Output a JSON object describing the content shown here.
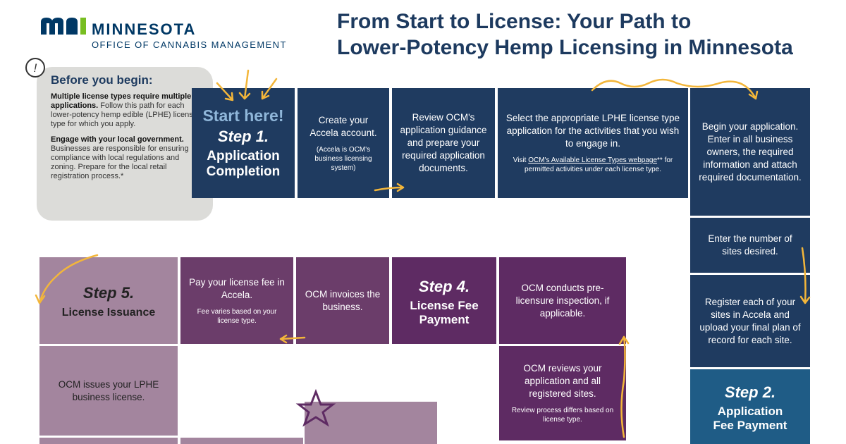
{
  "header": {
    "logo_name": "MINNESOTA",
    "logo_sub": "OFFICE OF CANNABIS MANAGEMENT",
    "title_line1": "From Start to License: Your Path to",
    "title_line2": "Lower-Potency Hemp Licensing in Minnesota"
  },
  "before": {
    "icon": "!",
    "heading": "Before you begin:",
    "p1_bold": "Multiple license types require multiple applications.",
    "p1_text": " Follow this path for each lower-potency hemp edible (LPHE) license type for which you apply.",
    "p2_bold": "Engage with your local government.",
    "p2_text": " Businesses are responsible for ensuring compliance with local regulations and zoning. Prepare for the local retail registration process.*"
  },
  "step1": {
    "start": "Start here!",
    "num": "Step 1.",
    "name_line1": "Application",
    "name_line2": "Completion"
  },
  "boxes": {
    "accela": {
      "main": "Create your Accela account.",
      "small": "(Accela is OCM's business licensing system)"
    },
    "review": {
      "main": "Review OCM's application guidance and prepare your required application documents."
    },
    "select": {
      "main": "Select the appropriate LPHE license type application for the activities that you wish to engage in.",
      "small_pre": "Visit ",
      "small_link": "OCM's Available License Types webpage",
      "small_post": "** for permitted activities under each license type."
    },
    "begin_app": {
      "main": "Begin your application. Enter in all business owners, the required information and attach required documentation."
    },
    "sites": {
      "main": "Enter the number of sites desired."
    },
    "register": {
      "main": "Register each of your sites in Accela and upload your final plan of record for each site."
    },
    "inspection": {
      "main": "OCM conducts pre-licensure inspection, if applicable."
    },
    "reviews": {
      "main": "OCM reviews your application and all registered sites.",
      "small": "Review process differs based on license type."
    },
    "invoices": {
      "main": "OCM invoices the business."
    },
    "pay": {
      "main": "Pay your license fee in Accela.",
      "small": "Fee varies based on your license type."
    },
    "issues": {
      "main": "OCM issues your LPHE business license."
    }
  },
  "step2": {
    "num": "Step 2.",
    "name_line1": "Application",
    "name_line2": "Fee Payment"
  },
  "step4": {
    "num": "Step 4.",
    "name_line1": "License Fee",
    "name_line2": "Payment"
  },
  "step5": {
    "num": "Step 5.",
    "name": "License Issuance"
  },
  "colors": {
    "navy": "#1f3b60",
    "teal": "#1f5c86",
    "lavender": "#a3859e",
    "plum": "#6b3d6a",
    "purple": "#5e2b63",
    "arrow_yellow": "#f3b63a",
    "panel_gray": "#dcdcd9"
  }
}
